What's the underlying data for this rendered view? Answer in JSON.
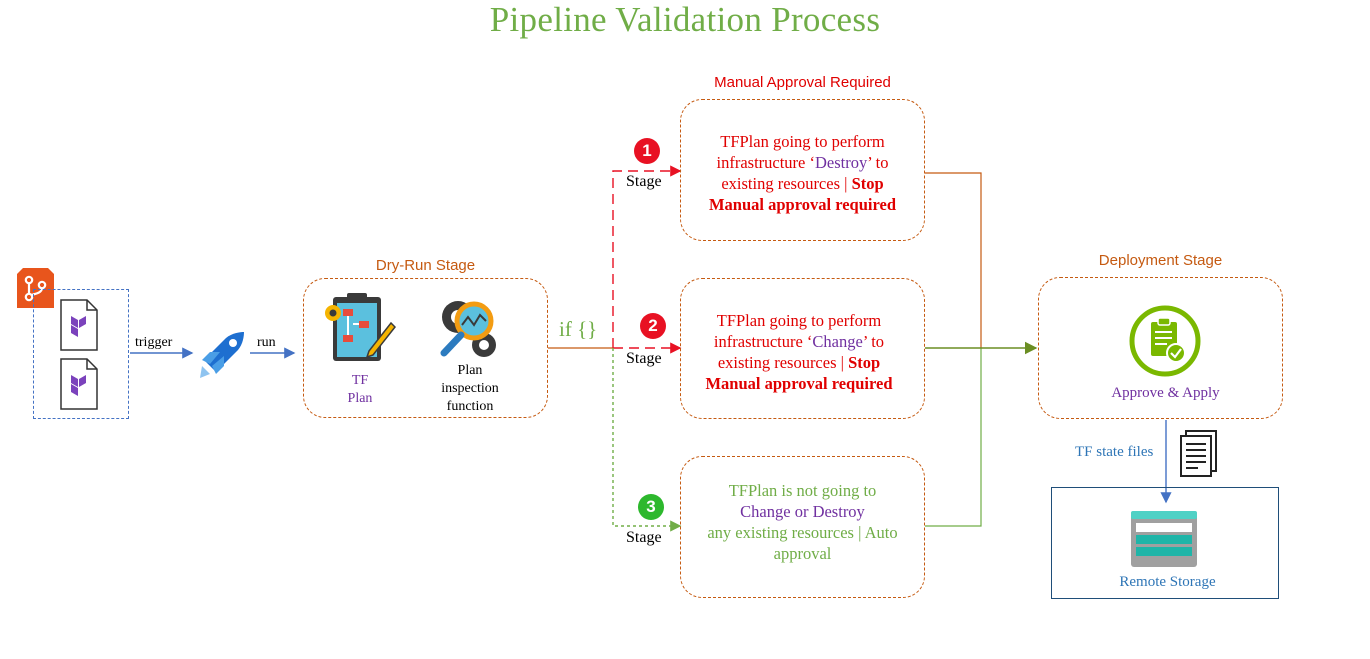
{
  "title": "Pipeline Validation Process",
  "source": {
    "trigger_label": "trigger",
    "run_label": "run"
  },
  "dry_run": {
    "title": "Dry-Run Stage",
    "tf_plan_label": [
      "TF",
      "Plan"
    ],
    "inspection_label": [
      "Plan",
      "inspection",
      "function"
    ],
    "if_label": "if {}"
  },
  "manual_approval_title": "Manual Approval Required",
  "conditions": [
    {
      "badge": "1",
      "badge_color": "#e81123",
      "stage_label": "Stage",
      "line1": "TFPlan going to perform",
      "line2_pre": "infrastructure ‘",
      "keyword": "Destroy",
      "line2_post": "’ to",
      "line3": "existing resources | ",
      "stop": "Stop",
      "line4": "Manual approval required"
    },
    {
      "badge": "2",
      "badge_color": "#e81123",
      "stage_label": "Stage",
      "line1": "TFPlan going to perform",
      "line2_pre": "infrastructure ‘",
      "keyword": "Change",
      "line2_post": "’ to",
      "line3": "existing resources | ",
      "stop": "Stop",
      "line4": "Manual approval required"
    },
    {
      "badge": "3",
      "badge_color": "#2db82d",
      "stage_label": "Stage",
      "line1": "TFPlan is not going to",
      "line2": "Change or Destroy",
      "line3": "any existing resources | Auto",
      "line4": "approval"
    }
  ],
  "deployment": {
    "title": "Deployment Stage",
    "approve_label": "Approve & Apply",
    "state_files_label": "TF state files",
    "storage_label": "Remote Storage"
  },
  "colors": {
    "title": "#70ad47",
    "orange": "#c55a11",
    "red": "#e00000",
    "purple": "#7030a0",
    "green": "#70ad47",
    "blue": "#4472c4",
    "teal_blue": "#2e75b6"
  }
}
